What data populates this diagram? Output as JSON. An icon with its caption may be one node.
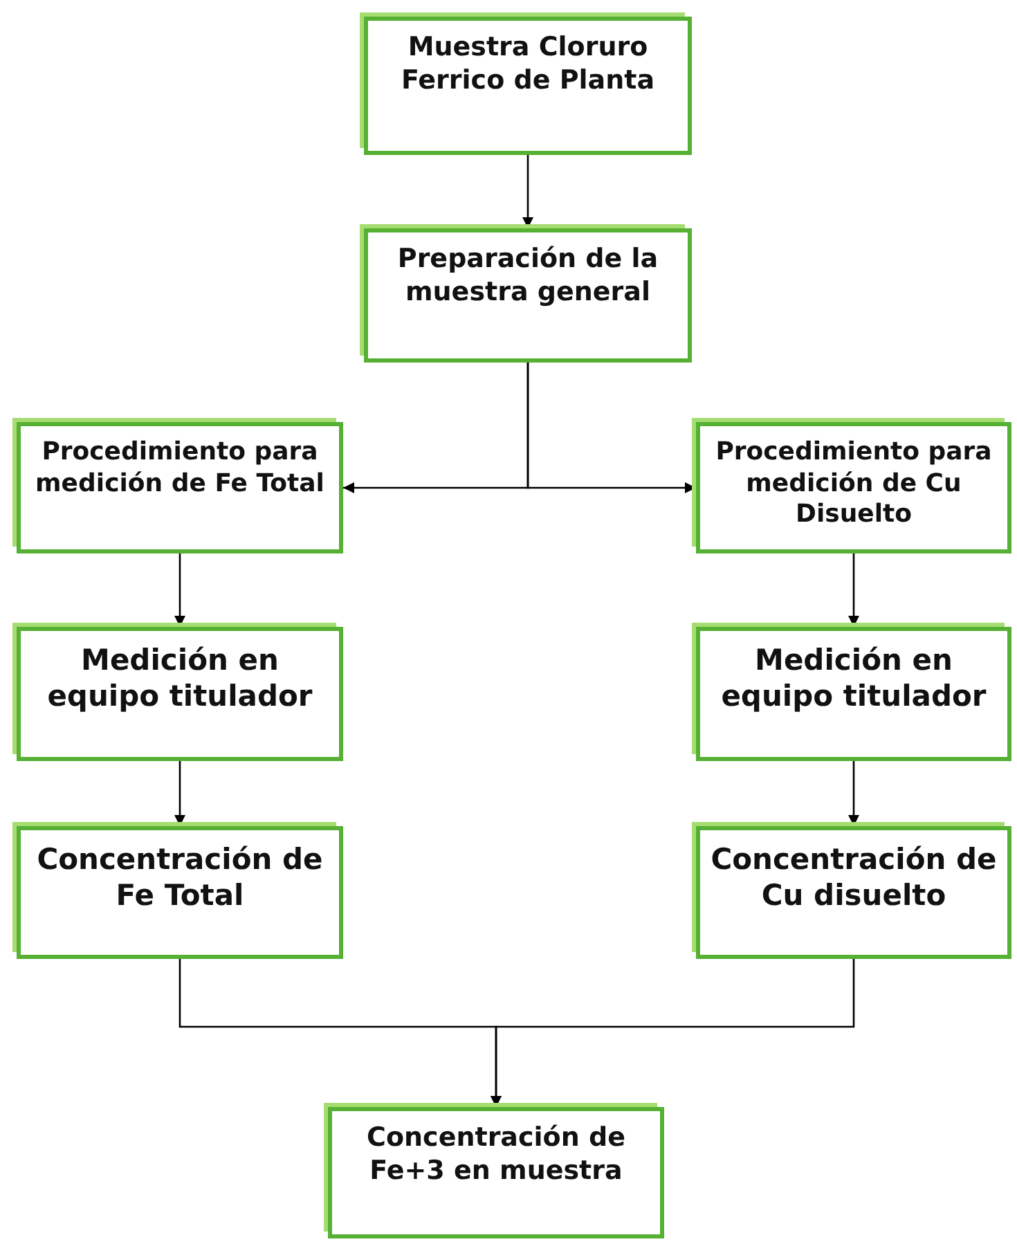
{
  "diagram": {
    "nodes": [
      {
        "text": [
          "Muestra Cloruro Ferrico de Planta"
        ]
      },
      {
        "text": [
          "Preparación de la muestra general"
        ]
      },
      {
        "text": [
          "Procedimiento para medición de Fe Total"
        ]
      },
      {
        "text": [
          "Procedimiento para medición de Cu Disuelto"
        ]
      },
      {
        "text": [
          "Medición en equipo titulador"
        ]
      },
      {
        "text": [
          "Medición en equipo titulador"
        ]
      },
      {
        "text": [
          "Concentración de Fe Total"
        ]
      },
      {
        "text": [
          "Concentración de Cu disuelto"
        ]
      },
      {
        "text": [
          "Concentración de Fe+3 en muestra"
        ]
      }
    ],
    "edges": [
      {
        "from": 0,
        "to": 1,
        "arrow": "to"
      },
      {
        "from": 1,
        "to": 2,
        "arrow": "to"
      },
      {
        "from": 1,
        "to": 3,
        "arrow": "to"
      },
      {
        "from": 2,
        "to": 4,
        "arrow": "to"
      },
      {
        "from": 3,
        "to": 5,
        "arrow": "to"
      },
      {
        "from": 4,
        "to": 6,
        "arrow": "to"
      },
      {
        "from": 5,
        "to": 7,
        "arrow": "to"
      },
      {
        "from": 6,
        "to": 8,
        "arrow": "to"
      },
      {
        "from": 7,
        "to": 8,
        "arrow": "to"
      }
    ]
  }
}
